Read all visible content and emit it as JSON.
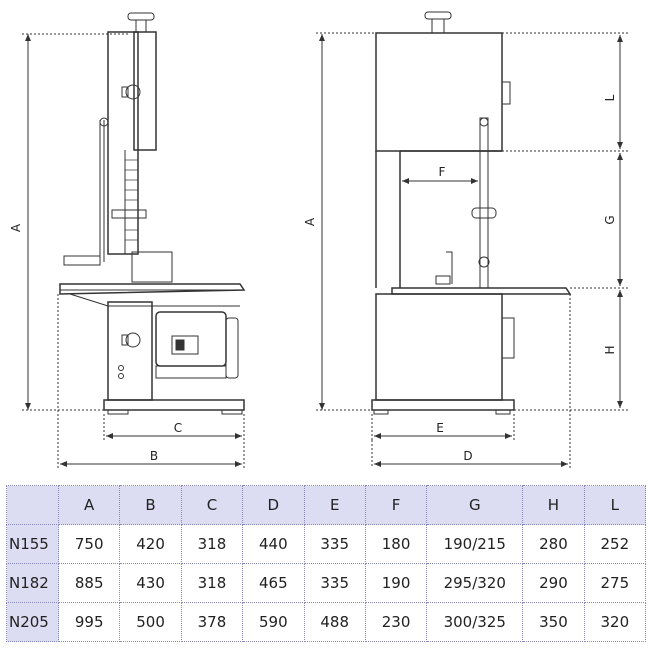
{
  "diagram": {
    "side_view_labels": {
      "height": "A",
      "base_depth": "C",
      "overall_depth": "B"
    },
    "front_view_labels": {
      "height": "A",
      "base_width": "E",
      "overall_width": "D",
      "upper_height": "L",
      "throat_height": "G",
      "lower_height": "H",
      "throat_width": "F"
    }
  },
  "table": {
    "columns": [
      "A",
      "B",
      "C",
      "D",
      "E",
      "F",
      "G",
      "H",
      "L"
    ],
    "rows": [
      {
        "model": "N155",
        "values": [
          "750",
          "420",
          "318",
          "440",
          "335",
          "180",
          "190/215",
          "280",
          "252"
        ]
      },
      {
        "model": "N182",
        "values": [
          "885",
          "430",
          "318",
          "465",
          "335",
          "190",
          "295/320",
          "290",
          "275"
        ]
      },
      {
        "model": "N205",
        "values": [
          "995",
          "500",
          "378",
          "590",
          "488",
          "230",
          "300/325",
          "350",
          "320"
        ]
      }
    ]
  },
  "colors": {
    "header_bg": "#dcdcf2",
    "grid_line": "#8a8ab8",
    "line_art": "#222222"
  }
}
